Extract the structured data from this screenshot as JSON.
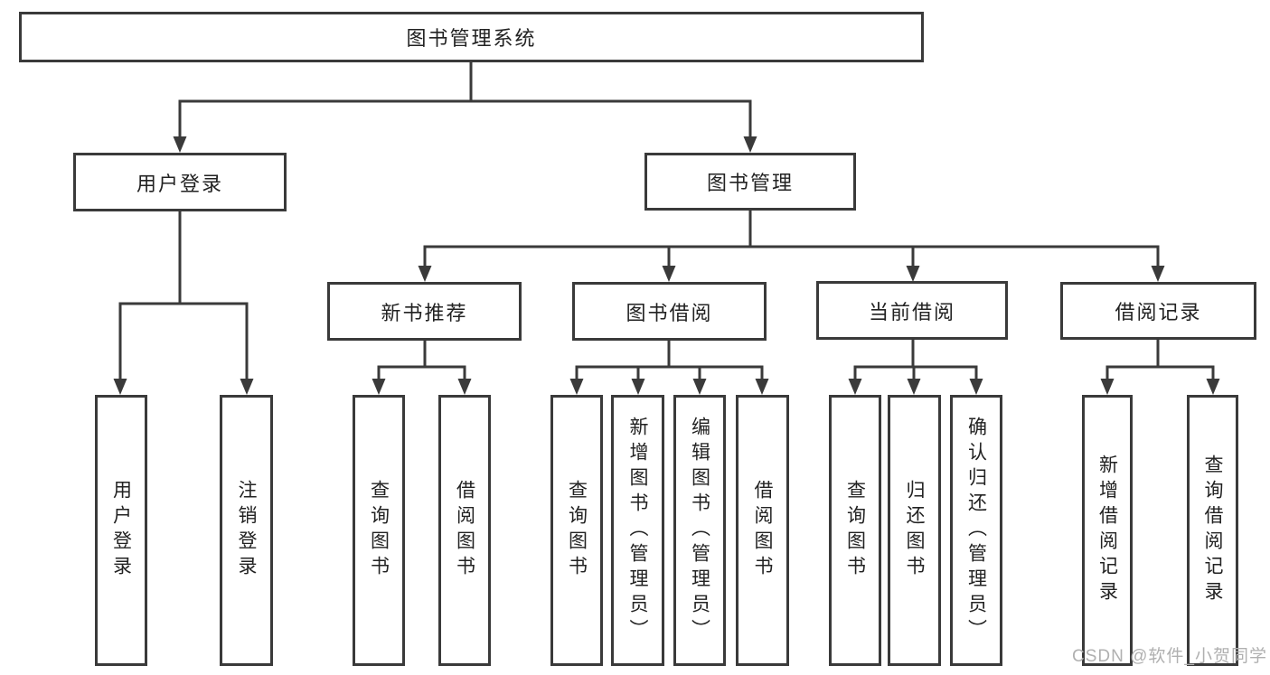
{
  "tree": {
    "root": {
      "label": "图书管理系统"
    },
    "branches": [
      {
        "label": "用户登录",
        "children": [
          {
            "label": "用户登录"
          },
          {
            "label": "注销登录"
          }
        ]
      },
      {
        "label": "图书管理",
        "groups": [
          {
            "label": "新书推荐",
            "children": [
              {
                "label": "查询图书"
              },
              {
                "label": "借阅图书"
              }
            ]
          },
          {
            "label": "图书借阅",
            "children": [
              {
                "label": "查询图书"
              },
              {
                "label": "新增图书（管理员）"
              },
              {
                "label": "编辑图书（管理员）"
              },
              {
                "label": "借阅图书"
              }
            ]
          },
          {
            "label": "当前借阅",
            "children": [
              {
                "label": "查询图书"
              },
              {
                "label": "归还图书"
              },
              {
                "label": "确认归还（管理员）"
              }
            ]
          },
          {
            "label": "借阅记录",
            "children": [
              {
                "label": "新增借阅记录"
              },
              {
                "label": "查询借阅记录"
              }
            ]
          }
        ]
      }
    ]
  },
  "watermark": {
    "text": "CSDN @软件_小贺同学"
  },
  "colors": {
    "line": "#3a3a3a",
    "text": "#222222",
    "watermark": "#b0b0b0",
    "background": "#ffffff"
  }
}
